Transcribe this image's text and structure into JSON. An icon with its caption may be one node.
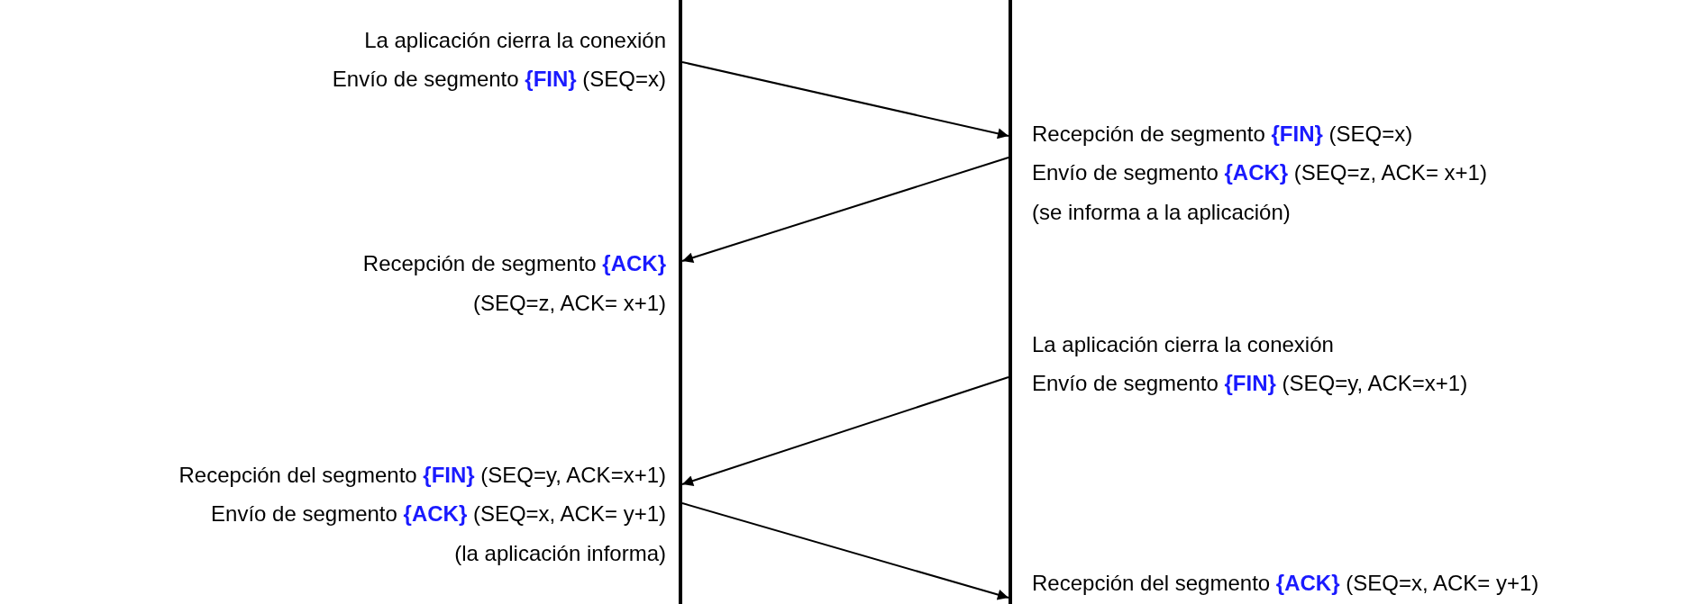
{
  "diagram": {
    "nodes": [
      {
        "text": [],
        "shape": "bar"
      },
      {
        "text": [],
        "shape": "bar"
      }
    ],
    "edges": [
      {
        "from": 0,
        "to": 1,
        "arrow": "to"
      },
      {
        "from": 1,
        "to": 0,
        "arrow": "to"
      },
      {
        "from": 1,
        "to": 0,
        "arrow": "to"
      },
      {
        "from": 0,
        "to": 1,
        "arrow": "to"
      }
    ],
    "labels": [
      "La aplicación cierra la conexión",
      "Envío de segmento **{FIN}** (SEQ=x)",
      "Recepción de segmento **{FIN}** (SEQ=x)",
      "Envío de segmento **{ACK}** (SEQ=z, ACK= x+1)",
      "(se informa a la aplicación)",
      "Recepción de segmento **{ACK}**",
      "(SEQ=z, ACK= x+1)",
      "La aplicación cierra la conexión",
      "Envío de segmento **{FIN}** (SEQ=y, ACK=x+1)",
      "Recepción del segmento **{FIN}** (SEQ=y, ACK=x+1)",
      "Envío de segmento **{ACK}** (SEQ=x, ACK= y+1)",
      "(la aplicación informa)",
      "Recepción del segmento **{ACK}** (SEQ=x, ACK= y+1)"
    ]
  }
}
